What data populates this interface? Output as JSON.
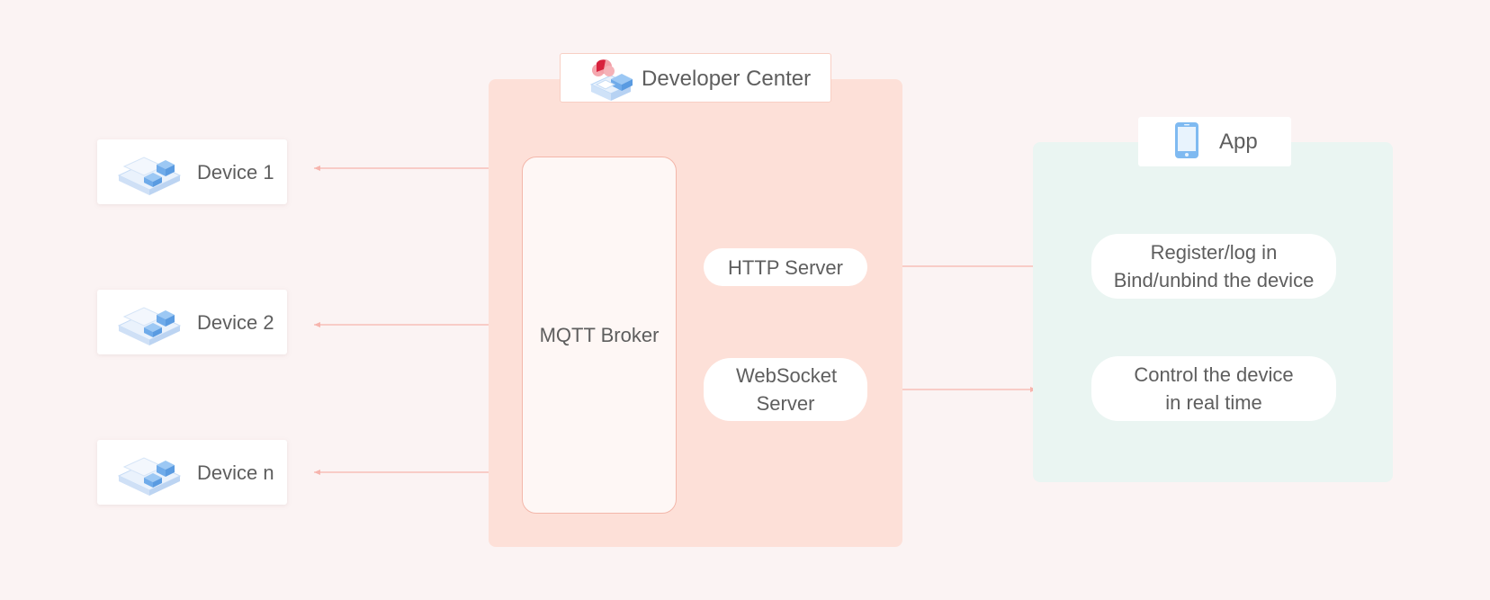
{
  "developer_center": {
    "title": "Developer Center",
    "broker_label": "MQTT Broker",
    "http_label": "HTTP Server",
    "websocket_label": "WebSocket Server"
  },
  "app": {
    "title": "App",
    "register_line1": "Register/log in",
    "register_line2": "Bind/unbind the device",
    "control_line1": "Control the device",
    "control_line2": "in real time"
  },
  "devices": [
    {
      "label": "Device 1"
    },
    {
      "label": "Device 2"
    },
    {
      "label": "Device n"
    }
  ],
  "icons": [
    "cloud-server-icon",
    "device-stack-icon",
    "phone-icon"
  ],
  "colors": {
    "background": "#fbf3f3",
    "developer_center_bg": "#fde0d8",
    "app_bg": "#eaf5f2",
    "arrow": "#f6b4ad",
    "icon_blue": "#7fbaf1"
  }
}
